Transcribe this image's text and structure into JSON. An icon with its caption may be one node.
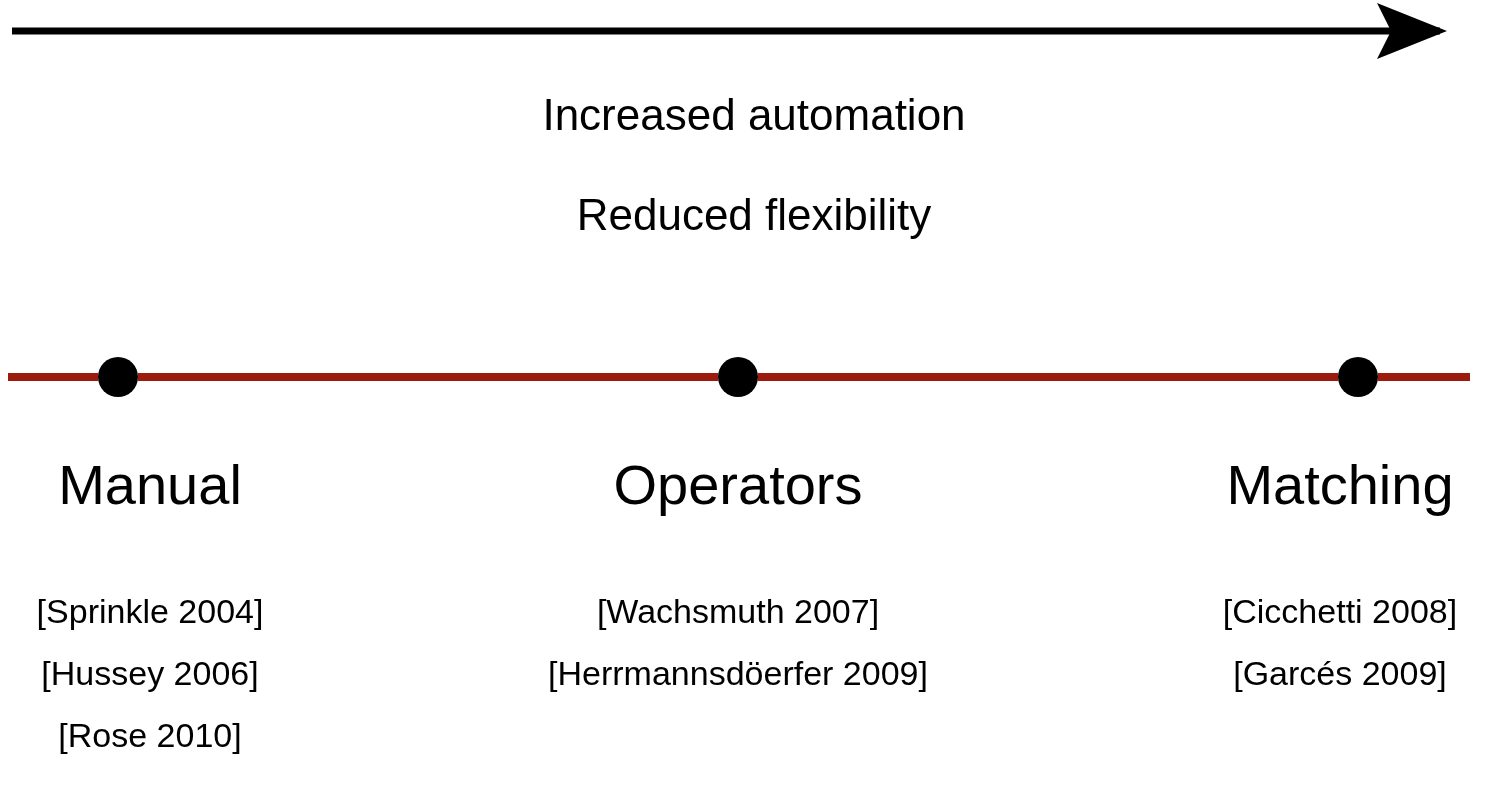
{
  "diagram": {
    "nodes": [
      {
        "text": [],
        "shape": "circle",
        "beside": [
          "Manual",
          "[Sprinkle 2004]",
          "[Hussey 2006]",
          "[Rose 2010]"
        ]
      },
      {
        "text": [],
        "shape": "circle",
        "beside": [
          "Operators",
          "[Wachsmuth 2007]",
          "[Herrmannsdöerfer 2009]"
        ]
      },
      {
        "text": [],
        "shape": "circle",
        "beside": [
          "Matching",
          "[Cicchetti 2008]",
          "[Garcés 2009]"
        ]
      }
    ],
    "edges": [
      {
        "from": null,
        "to": 0,
        "arrow": "none"
      },
      {
        "from": 0,
        "to": 1,
        "arrow": "none"
      },
      {
        "from": 1,
        "to": 2,
        "arrow": "none"
      },
      {
        "from": 2,
        "to": null,
        "arrow": "none"
      }
    ],
    "labels": [
      "Increased automation",
      "Reduced flexibility"
    ]
  }
}
